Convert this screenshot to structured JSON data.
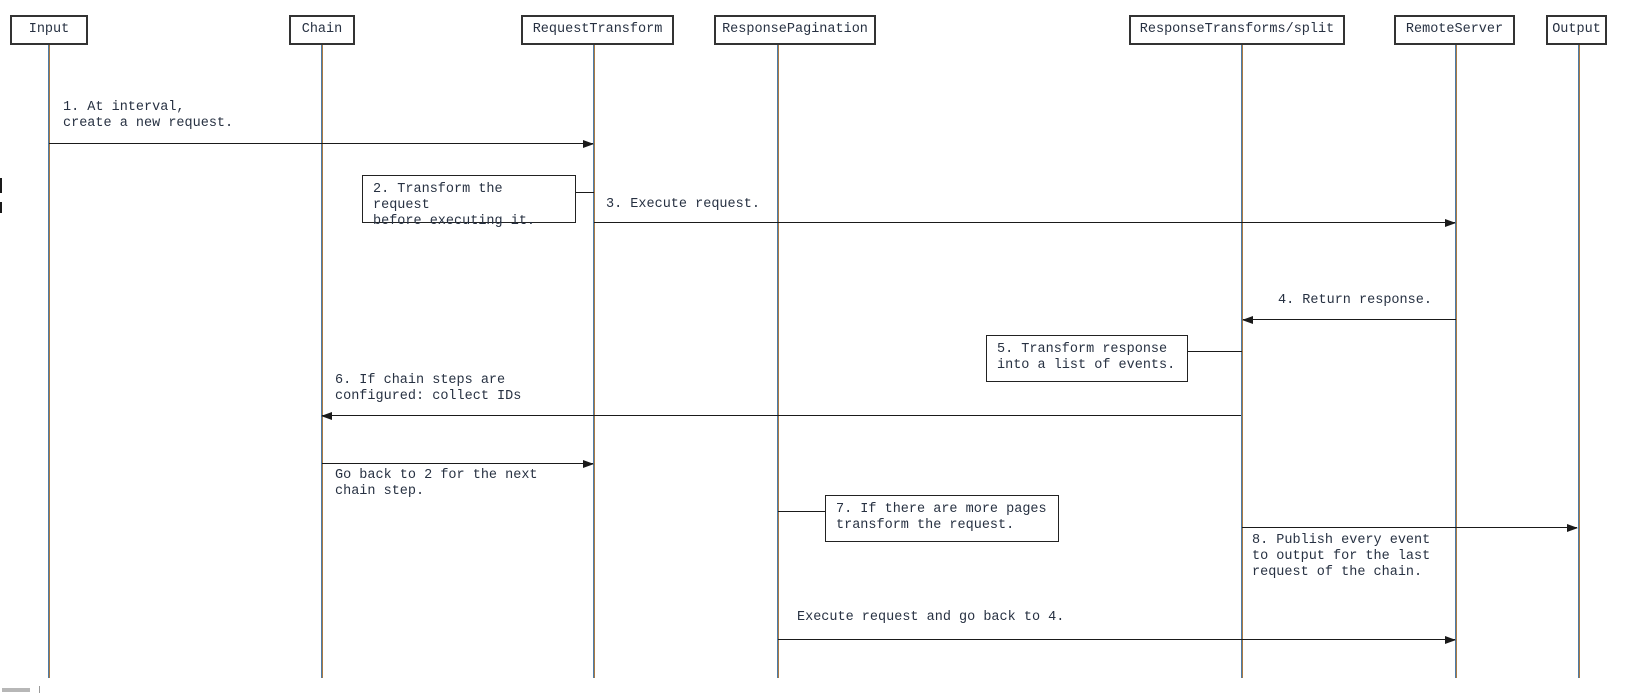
{
  "diagram_type": "sequence-diagram",
  "colors": {
    "background": "#ffffff",
    "line": "#1a1a1a",
    "text": "#273142",
    "box_border": "#333333",
    "lifeline_left": "#4d7ba6",
    "lifeline_right": "#a87a45"
  },
  "participants": [
    {
      "label": "Input"
    },
    {
      "label": "Chain"
    },
    {
      "label": "RequestTransform"
    },
    {
      "label": "ResponsePagination"
    },
    {
      "label": "ResponseTransforms/split"
    },
    {
      "label": "RemoteServer"
    },
    {
      "label": "Output"
    }
  ],
  "messages": [
    {
      "label": "1. At interval,\ncreate a new request.",
      "from": "Input",
      "to": "RequestTransform"
    },
    {
      "label": "3. Execute request.",
      "from": "RequestTransform",
      "to": "RemoteServer"
    },
    {
      "label": "4. Return response.",
      "from": "RemoteServer",
      "to": "ResponseTransforms/split"
    },
    {
      "label": "6. If chain steps are\nconfigured: collect IDs",
      "from": "ResponseTransforms/split",
      "to": "Chain"
    },
    {
      "label": "Go back to 2 for the next\nchain step.",
      "from": "Chain",
      "to": "RequestTransform"
    },
    {
      "label": "8. Publish every event\nto output for the last\nrequest of the chain.",
      "from": "ResponseTransforms/split",
      "to": "Output"
    },
    {
      "label": "Execute request and go back to 4.",
      "from": "ResponsePagination",
      "to": "RemoteServer"
    }
  ],
  "notes": [
    {
      "label": "2. Transform the request\nbefore executing it.",
      "attached_to": "RequestTransform"
    },
    {
      "label": "5. Transform response\ninto a list of events.",
      "attached_to": "ResponseTransforms/split"
    },
    {
      "label": "7. If there are more pages\ntransform the request.",
      "attached_to": "ResponsePagination"
    }
  ]
}
